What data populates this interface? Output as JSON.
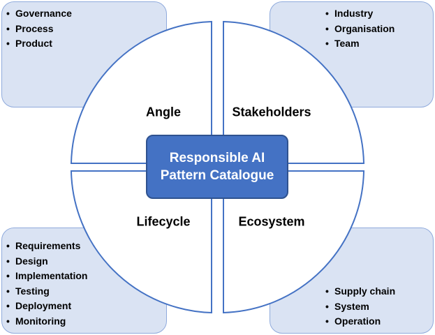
{
  "center": {
    "line1": "Responsible AI",
    "line2": "Pattern Catalogue"
  },
  "quadrants": {
    "angle": "Angle",
    "stakeholders": "Stakeholders",
    "lifecycle": "Lifecycle",
    "ecosystem": "Ecosystem"
  },
  "angle_items": [
    "Governance",
    "Process",
    "Product"
  ],
  "stakeholder_items": [
    "Industry",
    "Organisation",
    "Team"
  ],
  "lifecycle_items": [
    "Requirements",
    "Design",
    "Implementation",
    "Testing",
    "Deployment",
    "Monitoring"
  ],
  "ecosystem_items": [
    "Supply chain",
    "System",
    "Operation"
  ],
  "colors": {
    "box_fill": "#dae3f3",
    "box_border": "#8faadc",
    "wheel_border": "#4472c4",
    "center_fill": "#4472c4"
  }
}
